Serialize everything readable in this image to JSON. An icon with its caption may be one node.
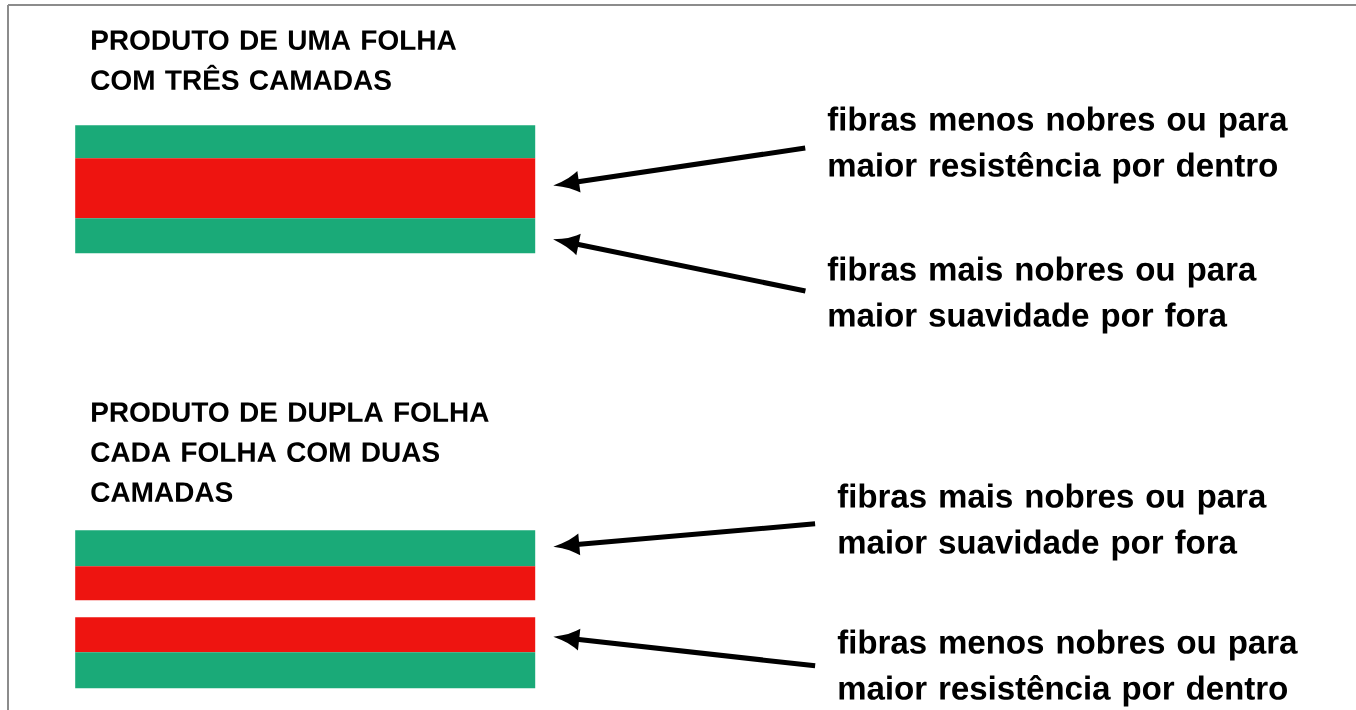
{
  "diagram": {
    "nodes": [
      {
        "text": [],
        "shape": "bar"
      },
      {
        "text": [],
        "shape": "bar"
      },
      {
        "text": [],
        "shape": "bar"
      },
      {
        "text": [
          "fibras menos nobres ou para maior resistência por dentro"
        ]
      },
      {
        "text": [
          "fibras mais nobres ou para maior suavidade por fora"
        ]
      },
      {
        "text": [],
        "shape": "bar"
      },
      {
        "text": [],
        "shape": "bar"
      },
      {
        "text": [],
        "shape": "bar"
      },
      {
        "text": [],
        "shape": "bar"
      },
      {
        "text": [
          "fibras mais nobres ou para maior suavidade por fora"
        ]
      },
      {
        "text": [
          "fibras menos nobres ou para maior resistência por dentro"
        ]
      }
    ],
    "edges": [
      {
        "from": 3,
        "to": 1,
        "arrow": "to"
      },
      {
        "from": 4,
        "to": 2,
        "arrow": "to"
      },
      {
        "from": 9,
        "to": 5,
        "arrow": "to"
      },
      {
        "from": 10,
        "to": 7,
        "arrow": "to"
      }
    ],
    "labels": [
      "PRODUTO DE UMA FOLHA COM TRÊS CAMADAS",
      "PRODUTO DE DUPLA FOLHA CADA FOLHA COM DUAS CAMADAS"
    ]
  }
}
